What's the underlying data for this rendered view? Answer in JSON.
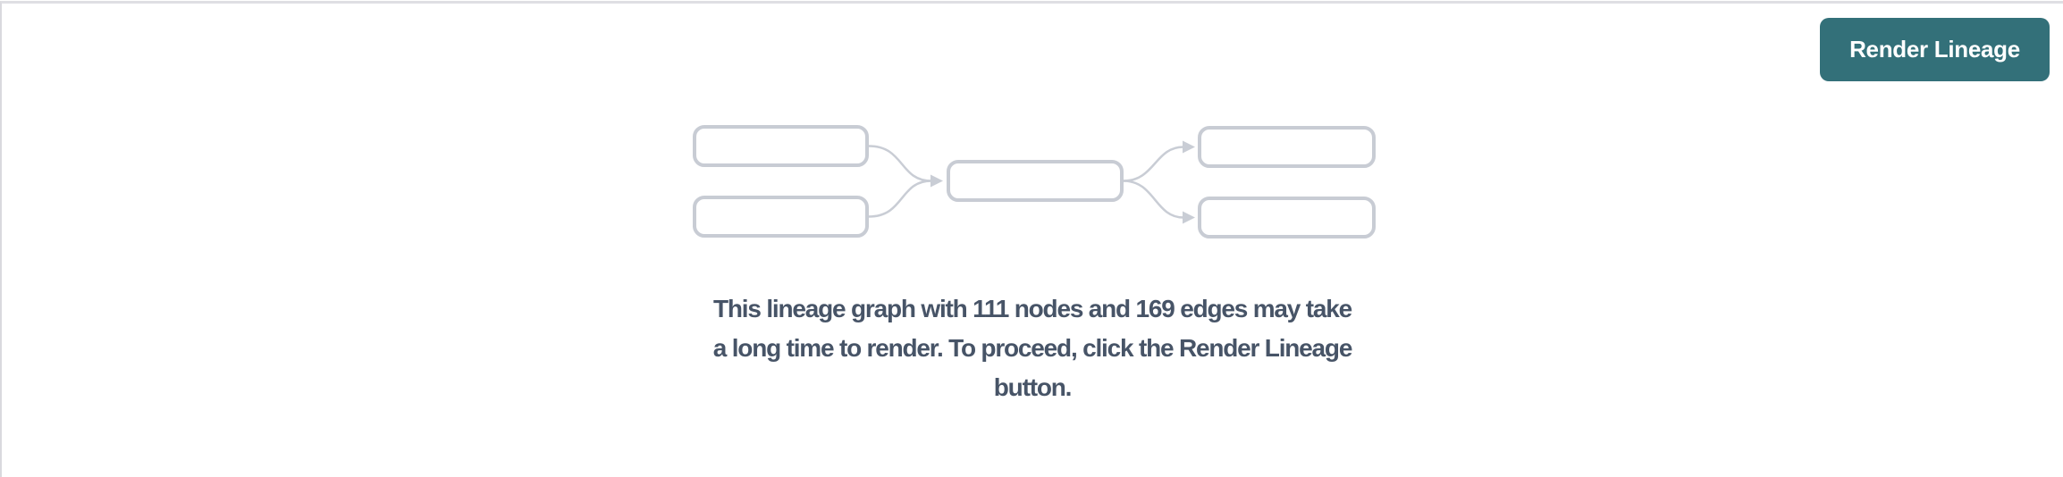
{
  "header": {
    "render_button": {
      "label": "Render Lineage",
      "background_color": "#337079",
      "text_color": "#ffffff"
    }
  },
  "empty_state": {
    "illustration": {
      "name": "lineage-graph-placeholder",
      "box_stroke_color": "#c8ccd4",
      "arrow_color": "#c9cdd5"
    },
    "message_lines": [
      "This lineage graph with 111 nodes and 169 edges may take",
      "a long time to render. To proceed, click the Render Lineage",
      "button."
    ],
    "node_count": "111",
    "edge_count": "169",
    "message_color": "#475467"
  },
  "frame": {
    "top_border_color": "#dfdfe3",
    "left_border_color": "#d9d9de",
    "background_color": "#ffffff"
  }
}
